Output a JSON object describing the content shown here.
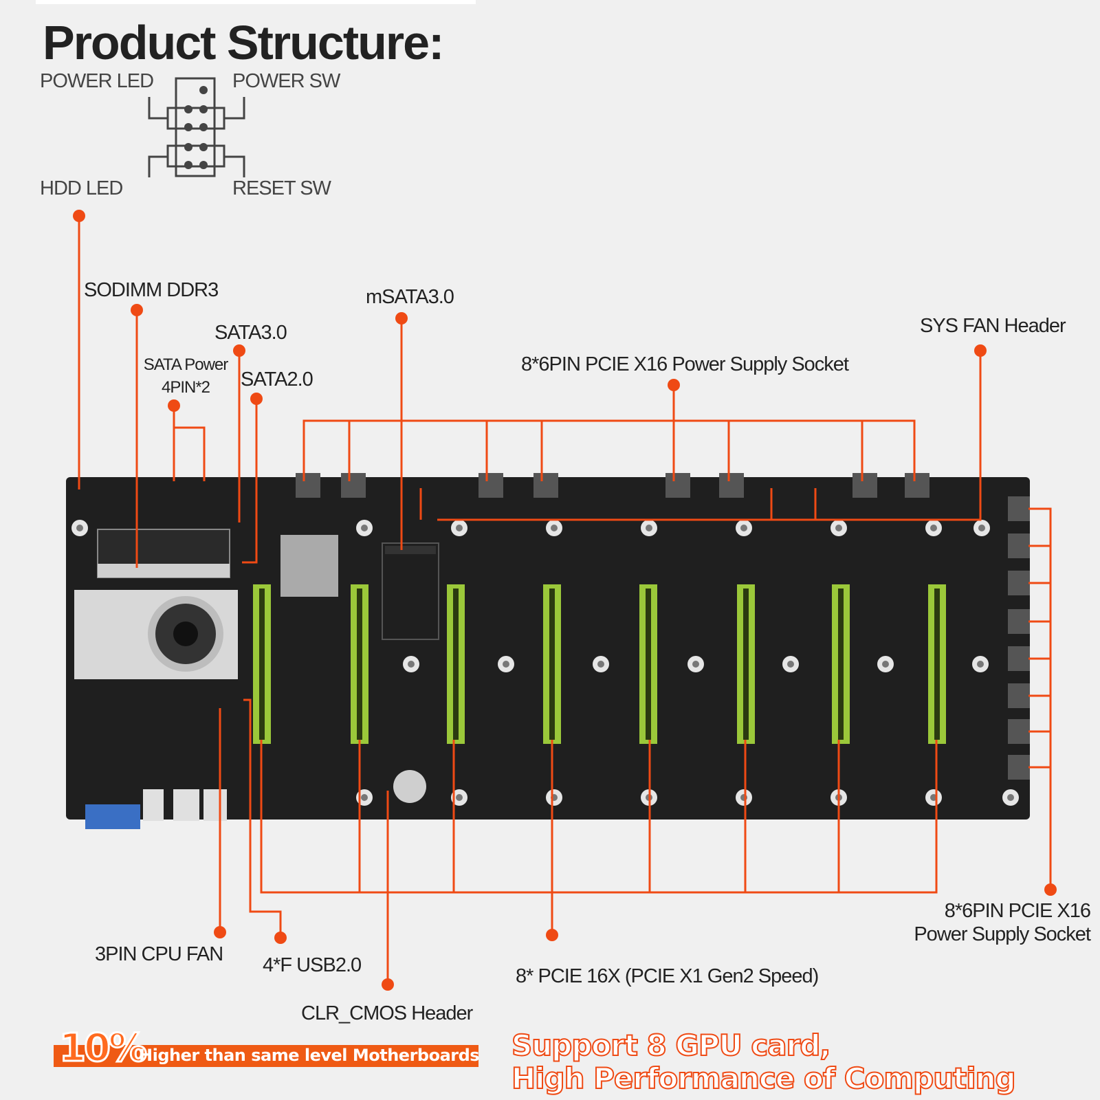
{
  "title": "Product Structure:",
  "front_panel_header": {
    "power_led": "POWER LED",
    "power_sw": "POWER SW",
    "hdd_led": "HDD  LED",
    "reset_sw": "RESET SW"
  },
  "callouts": {
    "sodimm": "SODIMM DDR3",
    "msata": "mSATA3.0",
    "sata3": "SATA3.0",
    "sata_power_line1": "SATA Power",
    "sata_power_line2": "4PIN*2",
    "sata2": "SATA2.0",
    "pcie_power_top": "8*6PIN PCIE X16 Power Supply Socket",
    "sys_fan": "SYS FAN Header",
    "cpu_fan": "3PIN CPU FAN",
    "usb": "4*F USB2.0",
    "clr_cmos": "CLR_CMOS Header",
    "pcie_slots": "8* PCIE 16X (PCIE X1 Gen2 Speed)",
    "pcie_power_right_line1": "8*6PIN PCIE X16",
    "pcie_power_right_line2": "Power Supply Socket"
  },
  "banner": {
    "percent": "10%",
    "text": "Higher than same level Motherboards"
  },
  "slogan": {
    "line1": "Support 8 GPU card,",
    "line2": "High Performance of Computing"
  },
  "colors": {
    "accent": "#ef4a14",
    "board": "#1f1f1f",
    "slot": "#9bc83a",
    "background": "#f0f0f0"
  }
}
